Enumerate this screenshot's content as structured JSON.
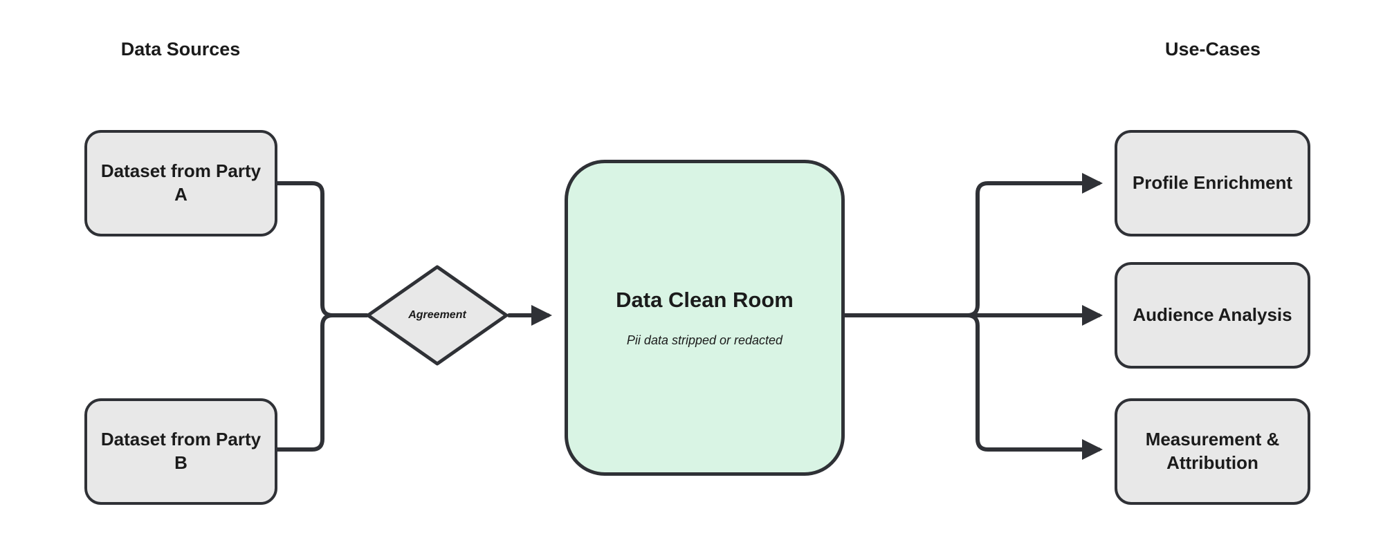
{
  "diagram": {
    "left_heading": "Data Sources",
    "right_heading": "Use-Cases",
    "sources": [
      {
        "label": "Dataset from Party A"
      },
      {
        "label": "Dataset from Party B"
      }
    ],
    "agreement": {
      "label": "Agreement"
    },
    "clean_room": {
      "title": "Data Clean Room",
      "subtitle": "Pii data stripped or redacted"
    },
    "use_cases": [
      {
        "label": "Profile Enrichment"
      },
      {
        "label": "Audience Analysis"
      },
      {
        "label": "Measurement & Attribution"
      }
    ],
    "colors": {
      "stroke": "#2f3136",
      "node_fill": "#e8e8e8",
      "clean_room_fill": "#d9f4e4",
      "background": "#ffffff",
      "text": "#1b1b1b"
    }
  }
}
